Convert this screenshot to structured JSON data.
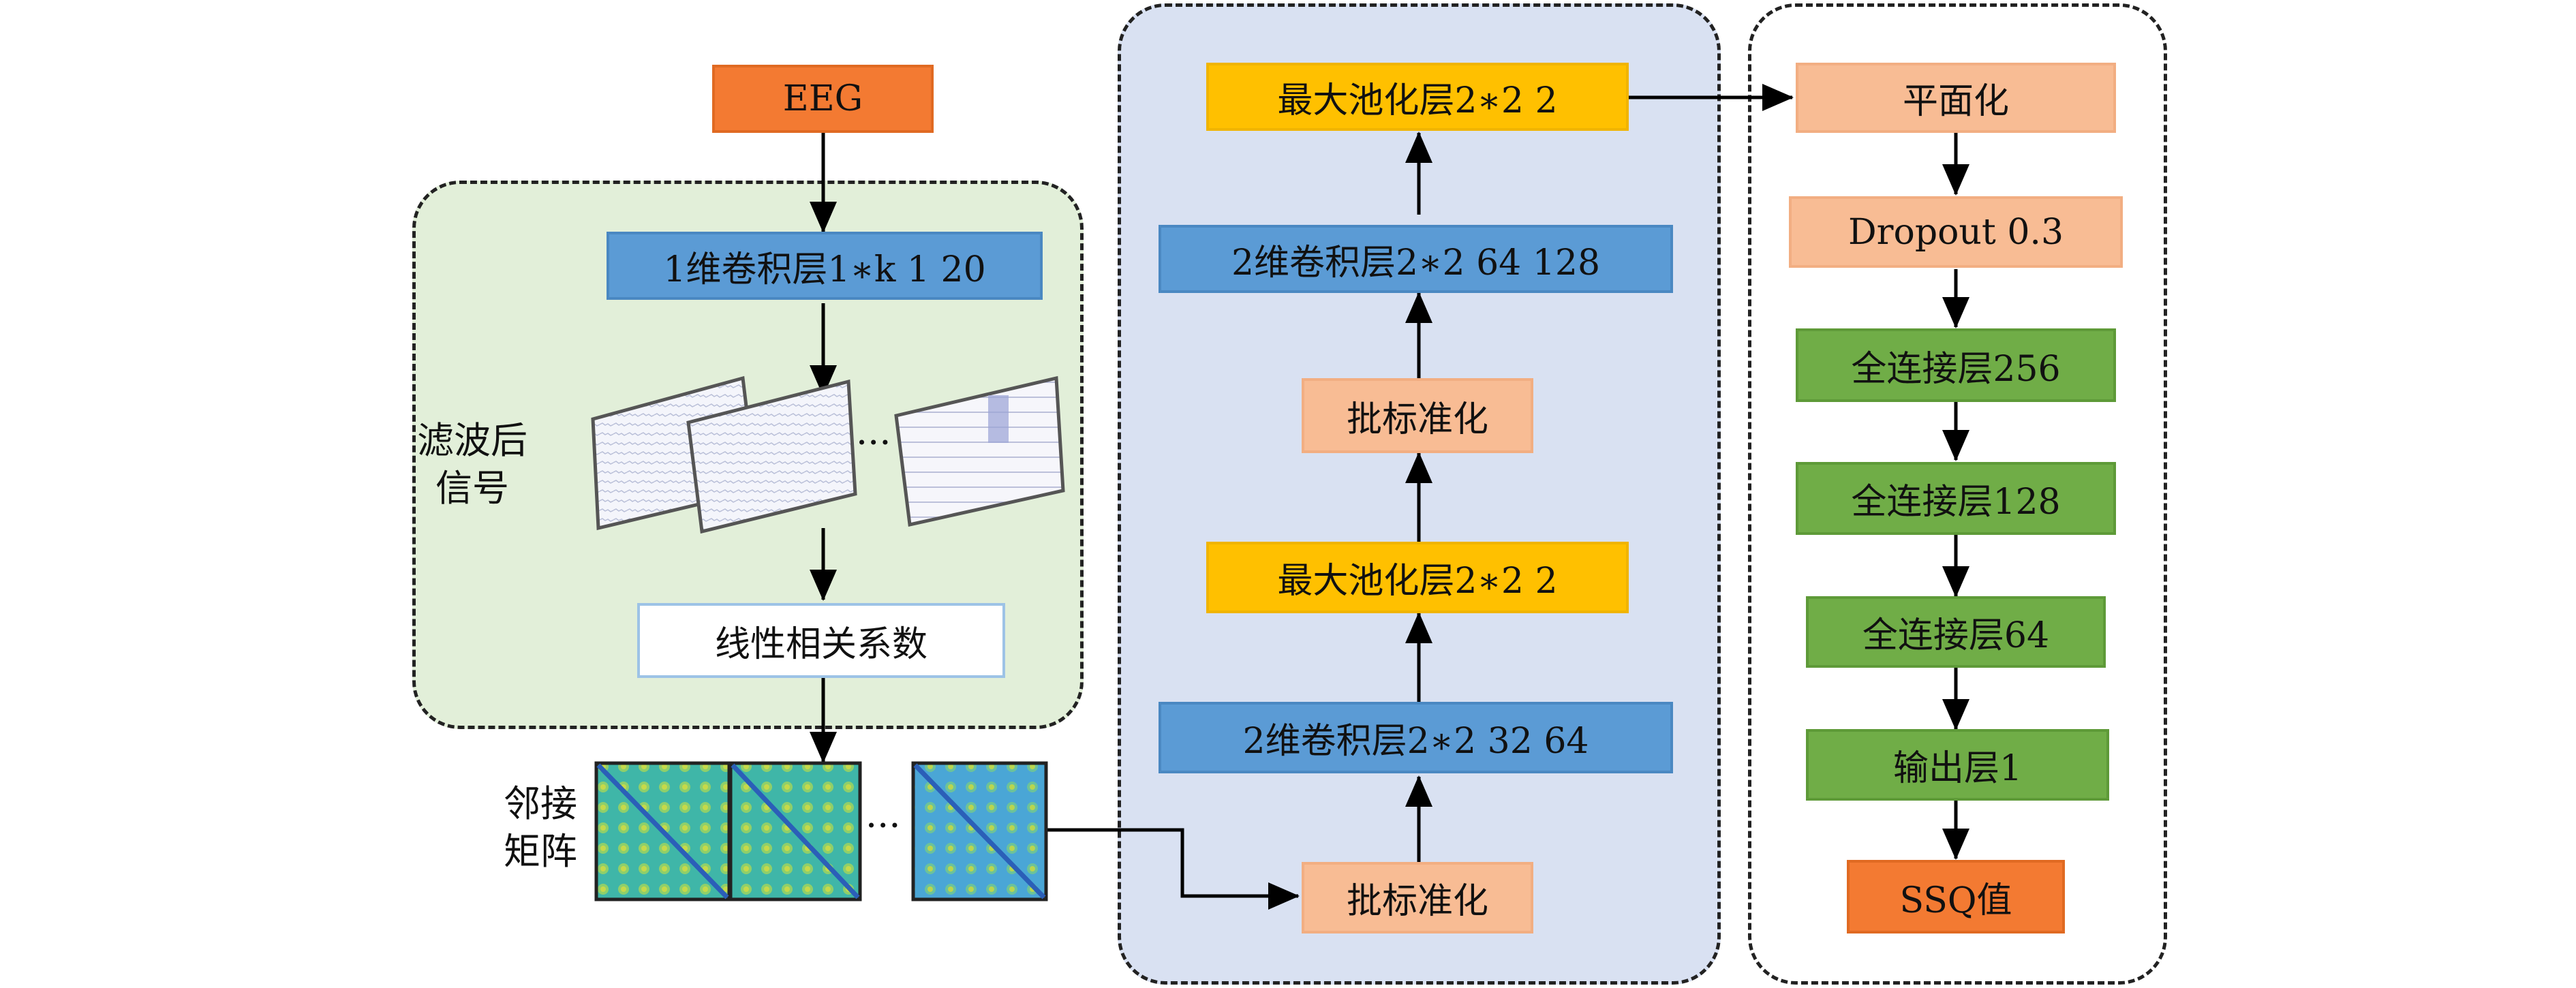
{
  "eeg": "EEG",
  "conv1d": "1维卷积层1∗k 1 20",
  "filtered_label_line1": "滤波后",
  "filtered_label_line2": "信号",
  "ellipsis": "···",
  "linear_corr": "线性相关系数",
  "adjacency_label_line1": "邻接",
  "adjacency_label_line2": "矩阵",
  "cnn": {
    "maxpool_top": "最大池化层2∗2 2",
    "conv2d_top": "2维卷积层2∗2 64 128",
    "bn_top": "批标准化",
    "maxpool_bottom": "最大池化层2∗2 2",
    "conv2d_bottom": "2维卷积层2∗2 32 64",
    "bn_bottom": "批标准化"
  },
  "dense": {
    "flatten": "平面化",
    "dropout": "Dropout 0.3",
    "fc256": "全连接层256",
    "fc128": "全连接层128",
    "fc64": "全连接层64",
    "output": "输出层1",
    "ssq": "SSQ值"
  },
  "colors": {
    "orange": "#f37a32",
    "blue": "#5b9bd5",
    "yellow": "#ffc000",
    "peach": "#f8bc94",
    "green": "#70ad47",
    "green_panel": "#e2efd9",
    "blue_panel": "#d9e1f2"
  }
}
